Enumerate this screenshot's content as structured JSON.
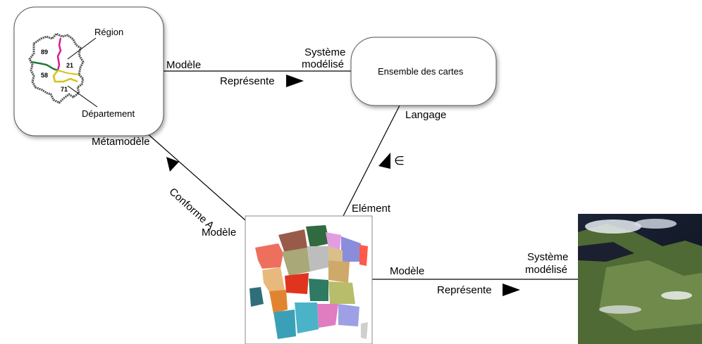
{
  "nodes": {
    "metamodel_box": {
      "region_label": "Région",
      "departement_label": "Département",
      "dept_numbers": [
        "89",
        "21",
        "58",
        "71"
      ]
    },
    "cards_set": {
      "label": "Ensemble des cartes"
    },
    "france_map": {
      "alt": "Carte des départements de France"
    },
    "satellite": {
      "alt": "Image satellite de la France"
    }
  },
  "edges": {
    "top": {
      "left_label": "Modèle",
      "right_label_line1": "Système",
      "right_label_line2": "modélisé",
      "arrow_label": "Représente"
    },
    "left": {
      "top_label": "Métamodèle",
      "bottom_label": "Modèle",
      "arrow_label": "Conforme A"
    },
    "right": {
      "top_label": "Langage",
      "bottom_label": "Elément",
      "arrow_label": "∈"
    },
    "bottom": {
      "left_label": "Modèle",
      "right_label_line1": "Système",
      "right_label_line2": "modélisé",
      "arrow_label": "Représente"
    }
  },
  "colors": {
    "node_fill": "#ffffff",
    "node_stroke": "#555555",
    "map_region_border": "#d81b9a",
    "map_outline": "#555555",
    "map_green": "#1f7a3a",
    "map_yellow": "#d4c21c"
  }
}
